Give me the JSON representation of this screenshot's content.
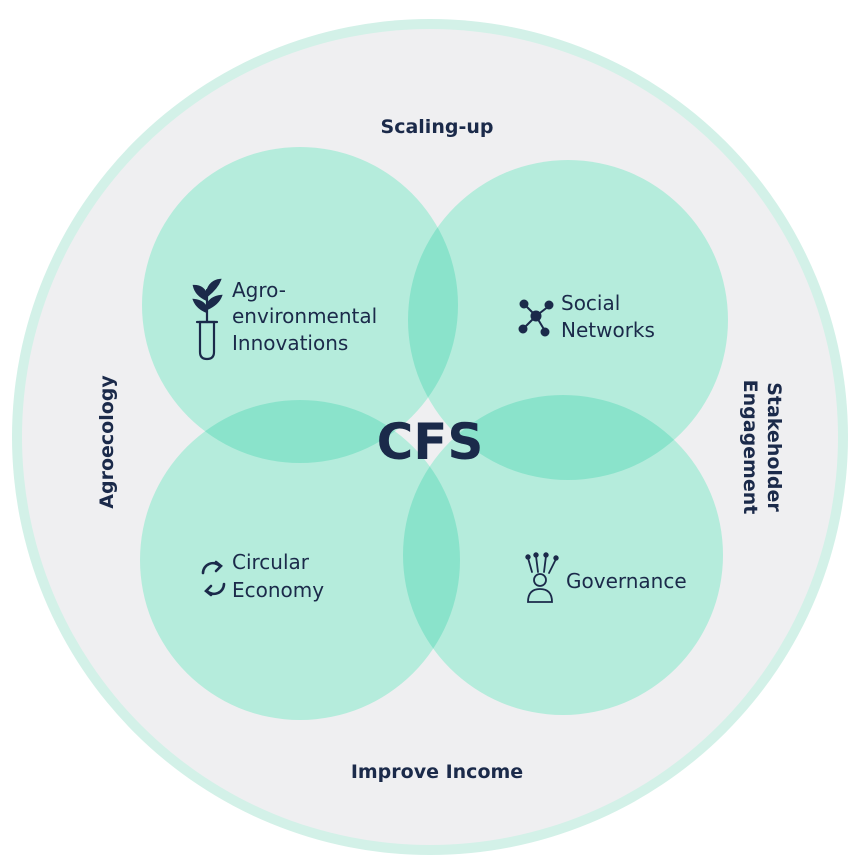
{
  "center": {
    "label": "CFS"
  },
  "outer_ring": {
    "top": "Scaling-up",
    "bottom": "Improve Income",
    "left": "Agroecology",
    "right_line1": "Stakeholder",
    "right_line2": "Engagement"
  },
  "petals": [
    {
      "id": "agro",
      "icon": "plant-test-tube-icon",
      "lines": [
        "Agro-",
        "environmental",
        "Innovations"
      ]
    },
    {
      "id": "social",
      "icon": "network-nodes-icon",
      "lines": [
        "Social",
        "Networks"
      ]
    },
    {
      "id": "circular",
      "icon": "circular-arrows-icon",
      "lines": [
        "Circular",
        "Economy"
      ]
    },
    {
      "id": "governance",
      "icon": "person-network-icon",
      "lines": [
        "Governance"
      ]
    }
  ],
  "colors": {
    "ring_outline": "#c9ede2",
    "ring_fill": "#efeff1",
    "petal_fill": "#b5ecdc",
    "overlap_fill": "#86e2c9",
    "text": "#1b2a4a"
  }
}
